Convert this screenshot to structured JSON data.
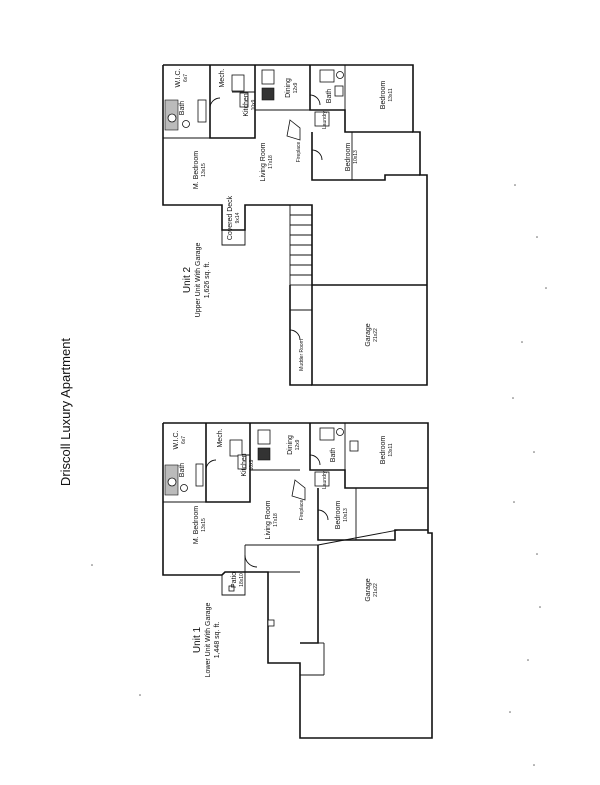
{
  "page_title": "Driscoll Luxury Apartment",
  "unit1": {
    "caption_line1": "Unit 1",
    "caption_line2": "Lower Unit With Garage",
    "caption_line3": "1,448 sq. ft.",
    "rooms": {
      "wic": "W.I.C.",
      "wic_size": "6x7",
      "bath1": "Bath",
      "mech": "Mech.",
      "kitchen": "Kitchen",
      "kitchen_size": "10x9",
      "dining": "Dining",
      "dining_size": "12x9",
      "bath2": "Bath",
      "bedroom_right": "Bedroom",
      "bedroom_right_size": "13x11",
      "m_bedroom": "M. Bedroom",
      "m_bedroom_size": "13x15",
      "living": "Living Room",
      "living_size": "17x18",
      "fireplace": "Fireplace",
      "laundry": "Laundry",
      "bedroom_mid": "Bedroom",
      "bedroom_mid_size": "10x13",
      "patio": "Patio",
      "patio_size": "18x10",
      "garage": "Garage",
      "garage_size": "21x22"
    }
  },
  "unit2": {
    "caption_line1": "Unit 2",
    "caption_line2": "Upper Unit With Garage",
    "caption_line3": "1,626 sq. ft.",
    "rooms": {
      "wic": "W.I.C.",
      "wic_size": "6x7",
      "bath1": "Bath",
      "mech": "Mech.",
      "kitchen": "Kitchen",
      "kitchen_size": "10x9",
      "dining": "Dining",
      "dining_size": "12x9",
      "bath2": "Bath",
      "bedroom_right": "Bedroom",
      "bedroom_right_size": "13x11",
      "m_bedroom": "M. Bedroom",
      "m_bedroom_size": "13x15",
      "living": "Living Room",
      "living_size": "17x18",
      "fireplace": "Fireplace",
      "laundry": "Laundry",
      "bedroom_mid": "Bedroom",
      "bedroom_mid_size": "10x13",
      "covered_deck": "Covered Deck",
      "covered_deck_size": "9x14",
      "garage": "Garage",
      "garage_size": "21x22",
      "mudroom": "Mudder Room"
    }
  }
}
